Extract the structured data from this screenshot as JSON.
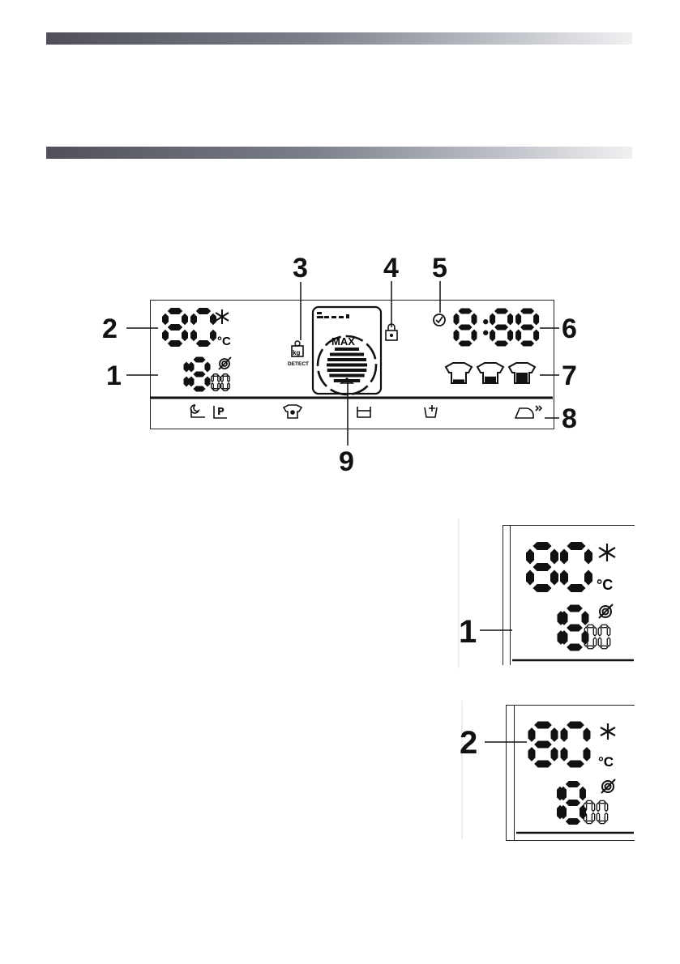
{
  "header_bars": [
    "",
    ""
  ],
  "main_panel": {
    "temp_digits": "80",
    "temp_unit": "°C",
    "spin_digits": "18",
    "spin_small_digits": "00",
    "time_digits": "8:88",
    "load_logo": "kg",
    "load_caption": "DETECT",
    "drum_label": "MAX",
    "callouts": [
      "1",
      "2",
      "3",
      "4",
      "5",
      "6",
      "7",
      "8",
      "9"
    ],
    "icons": [
      "snowflake-icon",
      "spin-icon",
      "child-lock-icon",
      "delay-timer-icon",
      "shirt-light-icon",
      "shirt-medium-icon",
      "shirt-heavy-icon",
      "night-wash-icon",
      "prewash-icon",
      "stain-icon",
      "rinse-icon",
      "spin-drain-icon",
      "easy-iron-icon"
    ]
  },
  "detail_1": {
    "callout": "1",
    "temp_digits": "80",
    "temp_unit": "°C",
    "spin_digits": "18",
    "spin_small_digits": "00"
  },
  "detail_2": {
    "callout": "2",
    "temp_digits": "80",
    "temp_unit": "°C",
    "spin_digits": "18",
    "spin_small_digits": "00"
  }
}
